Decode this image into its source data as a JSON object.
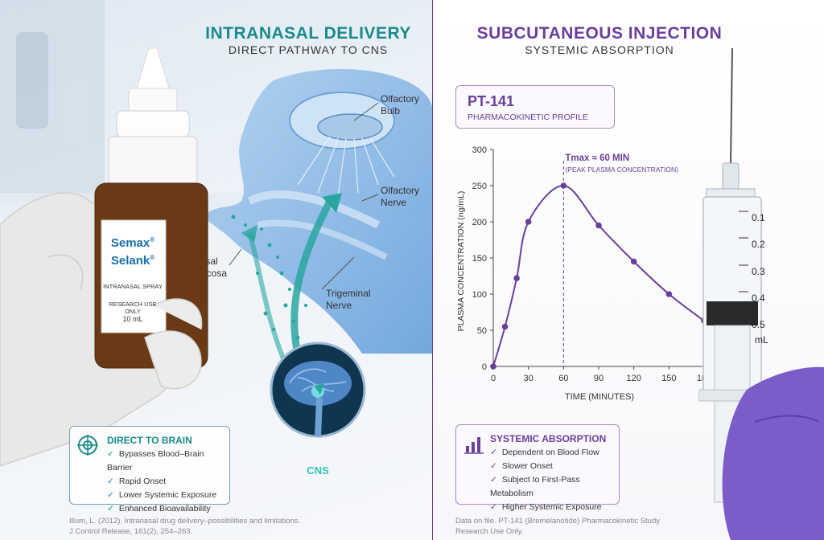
{
  "left_panel": {
    "title": "INTRANASAL DELIVERY",
    "subtitle": "DIRECT PATHWAY TO CNS",
    "bottle": {
      "brand1": "Semax",
      "brand2": "Selank",
      "reg": "®",
      "type": "INTRANASAL SPRAY",
      "note": "RESEARCH USE ONLY",
      "volume": "10 mL"
    },
    "annotations": {
      "olfactory_bulb": [
        "Olfactory",
        "Bulb"
      ],
      "olfactory_nerve": [
        "Olfactory",
        "Nerve"
      ],
      "nasal_mucosa": [
        "Nasal",
        "Mucosa"
      ],
      "trigeminal_nerve": [
        "Trigeminal",
        "Nerve"
      ],
      "cns": "CNS"
    },
    "info_box": {
      "title": "DIRECT TO BRAIN",
      "items": [
        "Bypasses Blood–Brain Barrier",
        "Rapid Onset",
        "Lower Systemic Exposure",
        "Enhanced Bioavailability"
      ]
    },
    "reference": [
      "Illum, L. (2012). Intranasal drug delivery–possibilities and limitations.",
      "J Control Release, 161(2), 254–263."
    ]
  },
  "right_panel": {
    "title": "SUBCUTANEOUS INJECTION",
    "subtitle": "SYSTEMIC ABSORPTION",
    "profile_box": {
      "title": "PT-141",
      "subtitle": "PHARMACOKINETIC PROFILE"
    },
    "info_box": {
      "title": "SYSTEMIC ABSORPTION",
      "items": [
        "Dependent on Blood Flow",
        "Slower Onset",
        "Subject to First-Pass Metabolism",
        "Higher Systemic Exposure"
      ]
    },
    "reference": [
      "Data on file. PT-141 (Bremelanotide) Pharmacokinetic Study",
      "Research Use Only."
    ],
    "syringe_marks": [
      "0.1",
      "0.2",
      "0.3",
      "0.4",
      "0.5"
    ],
    "syringe_unit": "mL"
  },
  "chart_data": {
    "type": "line",
    "x": [
      0,
      10,
      20,
      30,
      60,
      90,
      120,
      150,
      180
    ],
    "series": [
      {
        "values": [
          0,
          55,
          122,
          200,
          250,
          195,
          145,
          100,
          63
        ]
      }
    ],
    "xlabel": "TIME (MINUTES)",
    "ylabel": "PLASMA CONCENTRATION (ng/mL)",
    "xticks": [
      0,
      30,
      60,
      90,
      120,
      150,
      180
    ],
    "yticks": [
      0,
      50,
      100,
      150,
      200,
      250,
      300
    ],
    "xlim": [
      0,
      180
    ],
    "ylim": [
      0,
      300
    ],
    "annotation": {
      "x": 60,
      "main": "Tmax ≈ 60 MIN",
      "detail": "(PEAK PLASMA CONCENTRATION)"
    },
    "line_color": "#6a3f9a",
    "grid": false
  },
  "colors": {
    "teal": "#1b8a8a",
    "purple": "#6a3f9a",
    "blue": "#3b7cc4"
  }
}
